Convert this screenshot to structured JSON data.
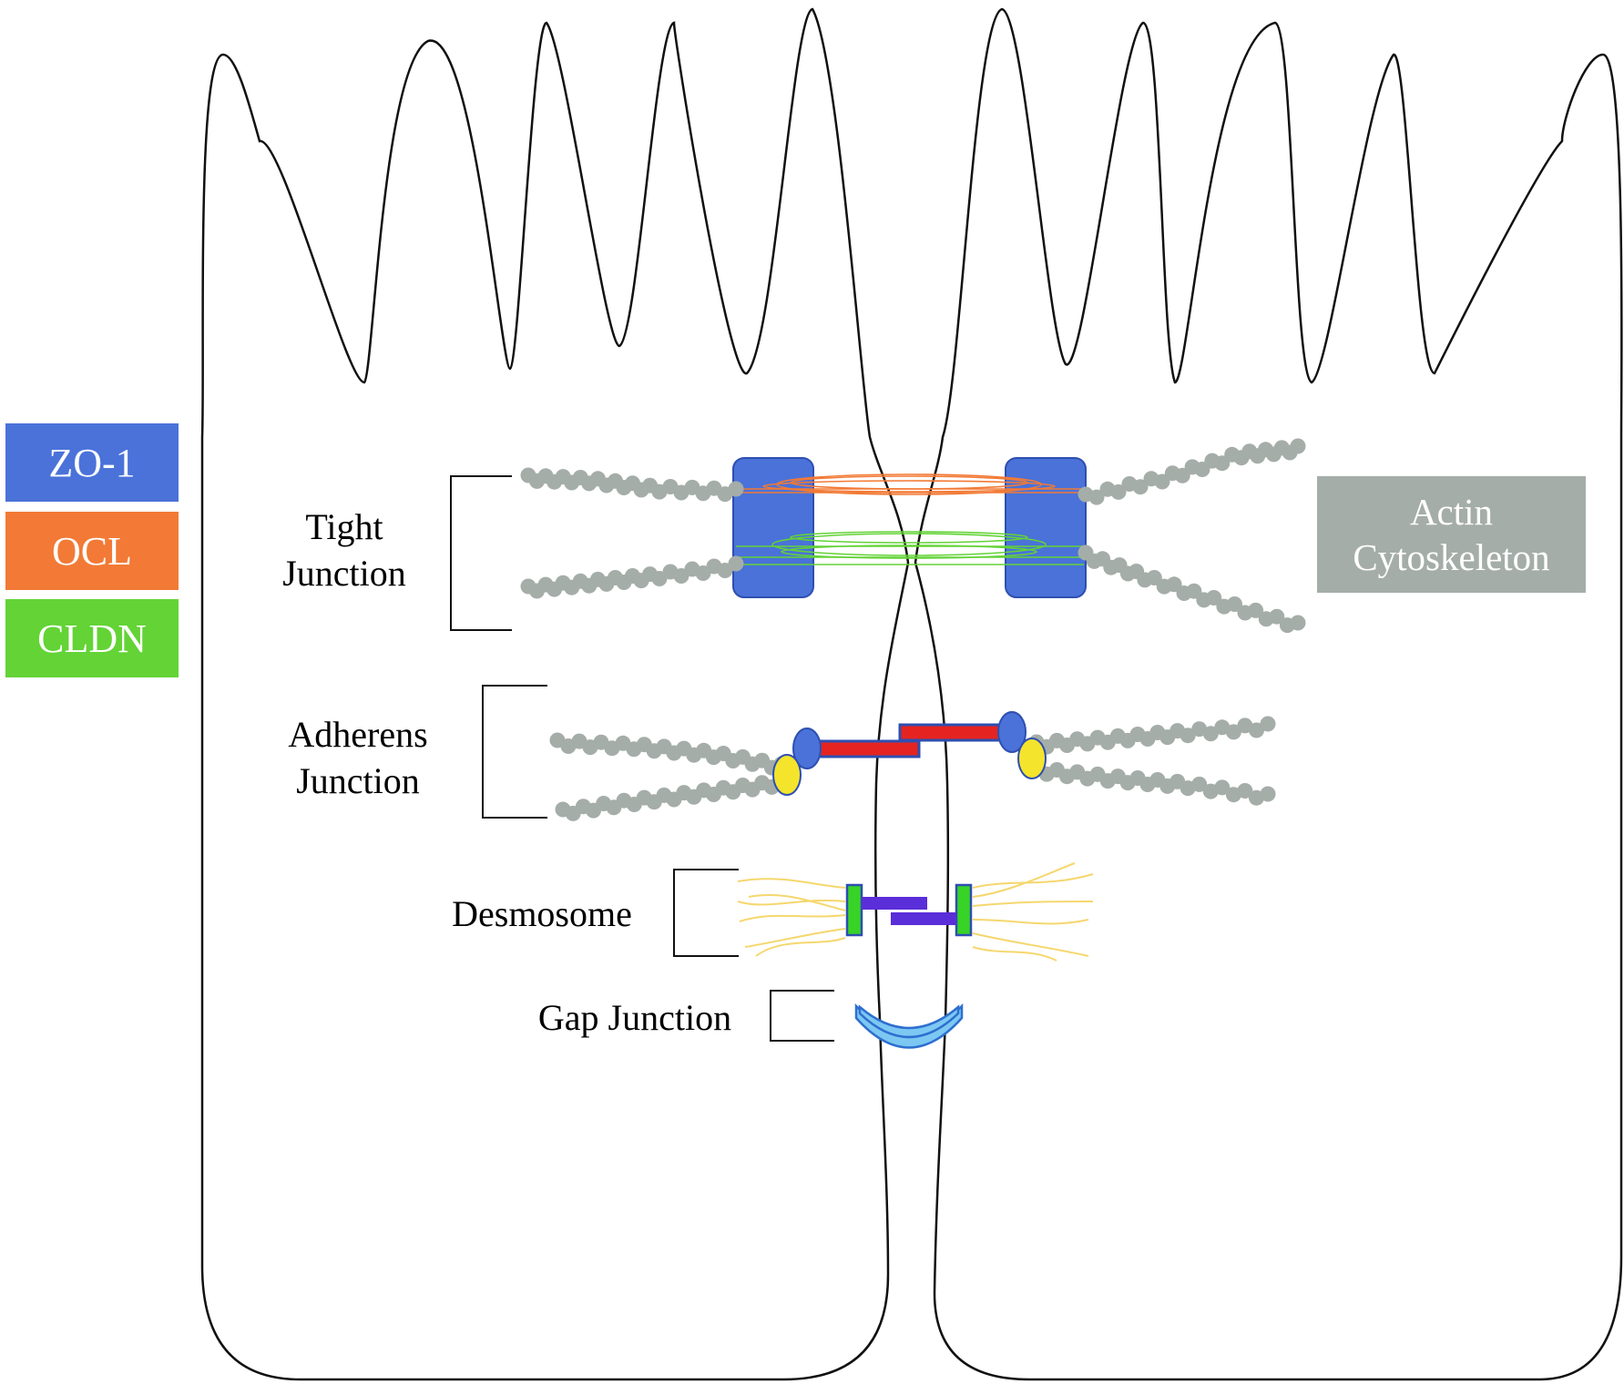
{
  "legend": {
    "items": [
      {
        "label": "ZO-1",
        "color": "#4a72d9"
      },
      {
        "label": "OCL",
        "color": "#f27a36"
      },
      {
        "label": "CLDN",
        "color": "#63d336"
      }
    ]
  },
  "actin_label": {
    "line1": "Actin",
    "line2": "Cytoskeleton",
    "color": "#a5ada9"
  },
  "junctions": {
    "tight": {
      "line1": "Tight",
      "line2": "Junction"
    },
    "adherens": {
      "line1": "Adherens",
      "line2": "Junction"
    },
    "desmosome": {
      "label": "Desmosome"
    },
    "gap": {
      "label": "Gap Junction"
    }
  },
  "colors": {
    "zo1": "#4a72d9",
    "ocl": "#f27a36",
    "cldn": "#63d336",
    "actin": "#a5ada9",
    "cadherin": "#e52421",
    "catenin_blue": "#4a72d9",
    "catenin_yellow": "#f4e42c",
    "desmosome_plaque": "#37d326",
    "desmosome_cadherin": "#5a2ed8",
    "keratin": "#f5d76e",
    "connexon": "#7cc8f2",
    "membrane": "#111111"
  }
}
